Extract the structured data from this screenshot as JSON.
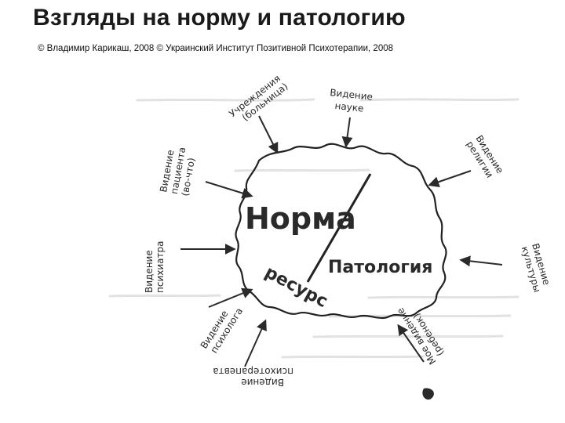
{
  "header": {
    "title": "Взгляды на норму и патологию",
    "subtitle": "© Владимир Карикаш, 2008 © Украинский Институт Позитивной Психотерапии, 2008"
  },
  "diagram": {
    "center_labels": {
      "norm": "Норма",
      "pathology": "Патология",
      "resource": "ресурс"
    },
    "perspectives": [
      {
        "id": "institution",
        "line1": "Учреждения",
        "line2": "(больница)"
      },
      {
        "id": "science",
        "line1": "Видение",
        "line2": "науке"
      },
      {
        "id": "religion",
        "line1": "Видение",
        "line2": "религии"
      },
      {
        "id": "culture",
        "line1": "Видение",
        "line2": "культуры"
      },
      {
        "id": "mine",
        "line1": "Мое видение",
        "line2": "(ребенок)"
      },
      {
        "id": "psychotherapist",
        "line1": "Видение",
        "line2": "психотерапевта"
      },
      {
        "id": "psychologist",
        "line1": "Видение",
        "line2": "психолога"
      },
      {
        "id": "psychiatrist",
        "line1": "Видение",
        "line2": "психиатра"
      },
      {
        "id": "patient",
        "line1": "Видение",
        "line2": "пациента",
        "line3": "(во-что)"
      }
    ]
  }
}
